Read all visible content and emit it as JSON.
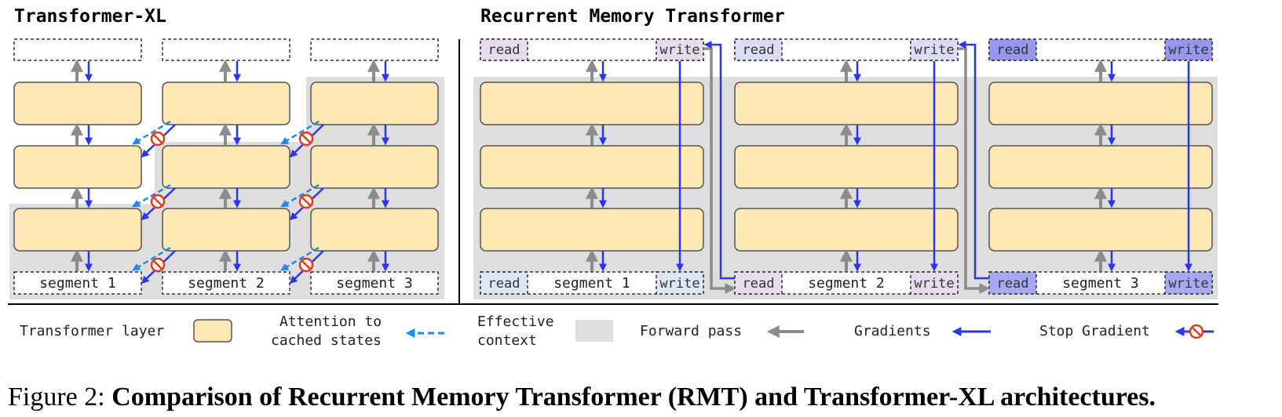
{
  "titles": {
    "left": "Transformer-XL",
    "right": "Recurrent Memory Transformer"
  },
  "segments": [
    "segment 1",
    "segment 2",
    "segment 3"
  ],
  "memory_labels": {
    "read": "read",
    "write": "write"
  },
  "legend": {
    "transformer_layer": "Transformer layer",
    "attention_line1": "Attention to",
    "attention_line2": "cached states",
    "effective_line1": "Effective",
    "effective_line2": "context",
    "forward_pass": "Forward pass",
    "gradients": "Gradients",
    "stop_gradient": "Stop Gradient"
  },
  "caption": {
    "label": "Figure 2:",
    "text": "Comparison of Recurrent Memory Transformer (RMT) and Transformer-XL architectures."
  },
  "colors": {
    "layer_fill": "#fde7b3",
    "layer_stroke": "#555555",
    "context_fill": "#dedede",
    "forward_arrow": "#8c8c8c",
    "gradient_arrow": "#2a36ee",
    "attention_arrow": "#1a8cf0",
    "stop_icon": "#e23b1a",
    "mem_seg1": "#dbe6f6",
    "mem_seg2": "#e7dcee",
    "mem_seg3": "#a6a8f4"
  }
}
